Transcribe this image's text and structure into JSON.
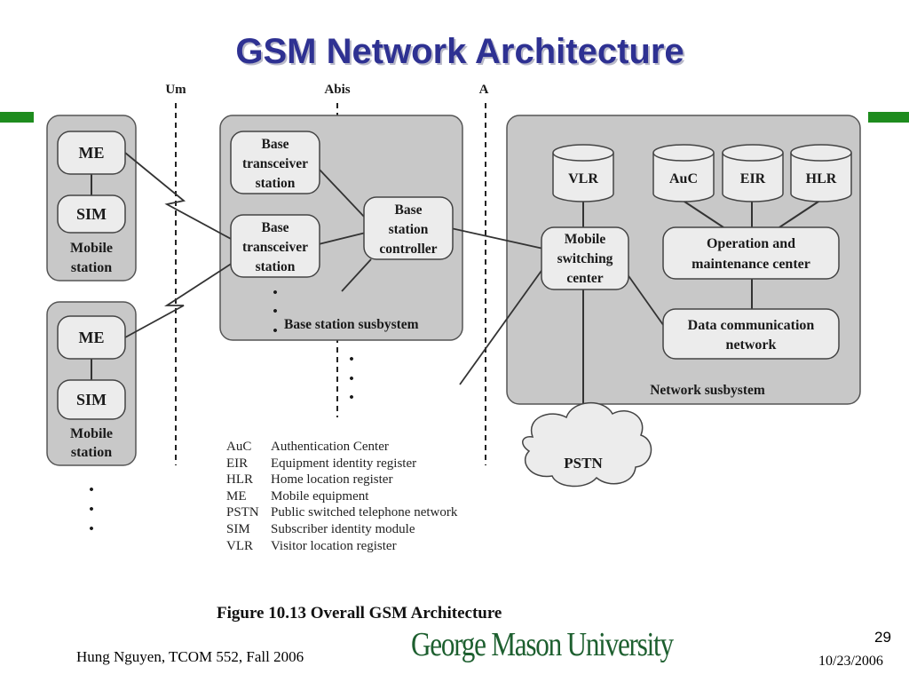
{
  "slide": {
    "title": "GSM Network Architecture",
    "caption": "Figure 10.13  Overall GSM Architecture",
    "footer_author": "Hung Nguyen, TCOM 552, Fall 2006",
    "logo_text": "George Mason University",
    "page_number": "29",
    "date": "10/23/2006",
    "accent_color": "#2e3192",
    "bar_color": "#1e8c1e"
  },
  "interfaces": {
    "um": "Um",
    "abis": "Abis",
    "a": "A"
  },
  "mobile_station_1": {
    "me": "ME",
    "sim": "SIM",
    "label_1": "Mobile",
    "label_2": "station"
  },
  "mobile_station_2": {
    "me": "ME",
    "sim": "SIM",
    "label_1": "Mobile",
    "label_2": "station"
  },
  "bts_1": {
    "line_1": "Base",
    "line_2": "transceiver",
    "line_3": "station"
  },
  "bts_2": {
    "line_1": "Base",
    "line_2": "transceiver",
    "line_3": "station"
  },
  "bsc": {
    "line_1": "Base",
    "line_2": "station",
    "line_3": "controller"
  },
  "bss_label": "Base station susbystem",
  "msc": {
    "line_1": "Mobile",
    "line_2": "switching",
    "line_3": "center"
  },
  "databases": {
    "vlr": "VLR",
    "auc": "AuC",
    "eir": "EIR",
    "hlr": "HLR"
  },
  "omc": {
    "line_1": "Operation and",
    "line_2": "maintenance center"
  },
  "dcn": {
    "line_1": "Data communication",
    "line_2": "network"
  },
  "nss_label": "Network susbystem",
  "pstn": "PSTN",
  "ellipsis": "•",
  "legend": [
    {
      "abbr": "AuC",
      "text": "Authentication Center"
    },
    {
      "abbr": "EIR",
      "text": "Equipment identity register"
    },
    {
      "abbr": "HLR",
      "text": "Home location register"
    },
    {
      "abbr": "ME",
      "text": "Mobile equipment"
    },
    {
      "abbr": "PSTN",
      "text": "Public switched telephone network"
    },
    {
      "abbr": "SIM",
      "text": "Subscriber identity module"
    },
    {
      "abbr": "VLR",
      "text": "Visitor location register"
    }
  ]
}
